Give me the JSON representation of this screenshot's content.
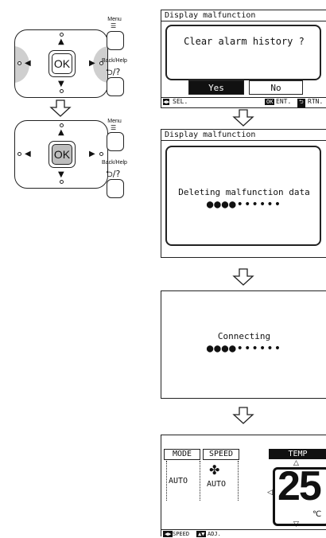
{
  "controller": {
    "ok_label": "OK",
    "menu_label": "Menu",
    "back_label": "Back/Help",
    "back_symbol": "⮌/?"
  },
  "screen1": {
    "title": "Display malfunction",
    "question": "Clear alarm history ?",
    "yes": "Yes",
    "no": "No",
    "footer_sel": "SEL.",
    "footer_ok": "OK",
    "footer_ent": "ENT.",
    "footer_rtn": "RTN."
  },
  "screen2": {
    "title": "Display malfunction",
    "message": "Deleting malfunction data",
    "progress": "●●●●••••••"
  },
  "screen3": {
    "message": "Connecting",
    "progress": "●●●●••••••"
  },
  "screen4": {
    "tab_mode": "MODE",
    "tab_speed": "SPEED",
    "tab_temp": "TEMP",
    "mode_value": "AUTO",
    "speed_value": "AUTO",
    "temperature": "25",
    "unit": "℃",
    "footer_speed": "SPEED",
    "footer_adj": "ADJ."
  }
}
